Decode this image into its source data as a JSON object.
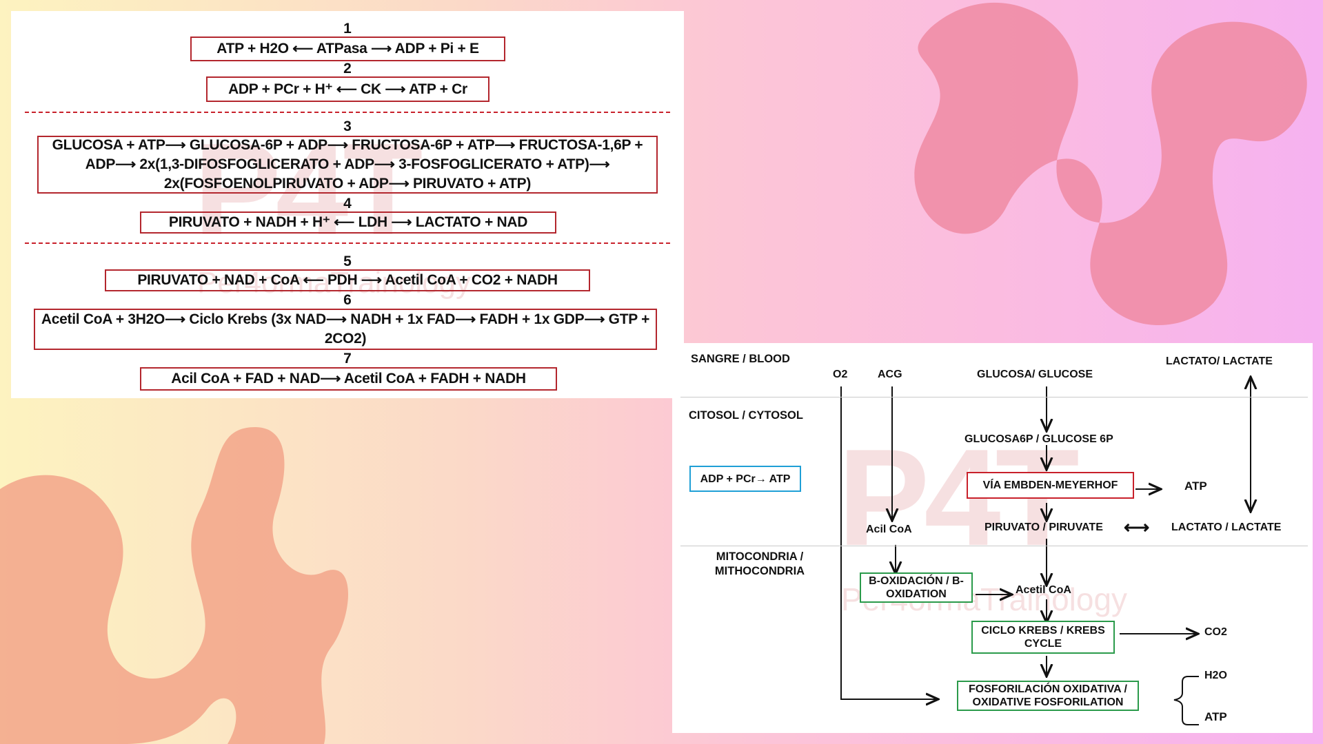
{
  "colors": {
    "box_red": "#c8202a",
    "box_green": "#2a9a4a",
    "box_blue": "#1e9fd6",
    "blob_pink": "#ef8da6",
    "blob_orange": "#f2a48a"
  },
  "watermark": {
    "logo": "P4T",
    "tagline": "Per4ormaTrainology"
  },
  "equations": [
    {
      "num": "1",
      "text": "ATP + H2O ⟵ ATPasa ⟶ ADP + Pi + E"
    },
    {
      "num": "2",
      "text": "ADP + PCr + H⁺ ⟵ CK ⟶ ATP + Cr"
    },
    {
      "num": "3",
      "text": "GLUCOSA + ATP⟶ GLUCOSA-6P + ADP⟶ FRUCTOSA-6P + ATP⟶ FRUCTOSA-1,6P + ADP⟶ 2x(1,3-DIFOSFOGLICERATO + ADP⟶ 3-FOSFOGLICERATO + ATP)⟶ 2x(FOSFOENOLPIRUVATO + ADP⟶ PIRUVATO + ATP)"
    },
    {
      "num": "4",
      "text": "PIRUVATO + NADH + H⁺ ⟵ LDH ⟶ LACTATO + NAD"
    },
    {
      "num": "5",
      "text": "PIRUVATO + NAD + CoA ⟵ PDH ⟶ Acetil CoA + CO2 + NADH"
    },
    {
      "num": "6",
      "text": "Acetil CoA + 3H2O⟶ Ciclo Krebs (3x NAD⟶ NADH + 1x FAD⟶ FADH + 1x GDP⟶ GTP + 2CO2)"
    },
    {
      "num": "7",
      "text": "Acil CoA + FAD + NAD⟶ Acetil CoA + FADH + NADH"
    }
  ],
  "flow": {
    "sections": {
      "blood": "SANGRE / BLOOD",
      "cytosol": "CITOSOL / CYTOSOL",
      "mito": "MITOCONDRIA / MITHOCONDRIA"
    },
    "labels": {
      "o2": "O2",
      "acg": "ACG",
      "glucose": "GLUCOSA/ GLUCOSE",
      "lactate_blood": "LACTATO/ LACTATE",
      "glucose6p": "GLUCOSA6P / GLUCOSE 6P",
      "atp_embden": "ATP",
      "acil_coa": "Acil CoA",
      "pyruvate": "PIRUVATO / PIRUVATE",
      "arrow_both": "⟷",
      "lactate_cyt": "LACTATO / LACTATE",
      "acetil_coa": "Acetil CoA",
      "co2": "CO2",
      "h2o": "H2O",
      "atp_final": "ATP"
    },
    "boxes": {
      "pcr": "ADP + PCr→ ATP",
      "embden": "VÍA EMBDEN-MEYERHOF",
      "beta_ox": "B-OXIDACIÓN / B-OXIDATION",
      "krebs": "CICLO KREBS / KREBS CYCLE",
      "oxphos": "FOSFORILACIÓN OXIDATIVA / OXIDATIVE FOSFORILATION"
    }
  }
}
